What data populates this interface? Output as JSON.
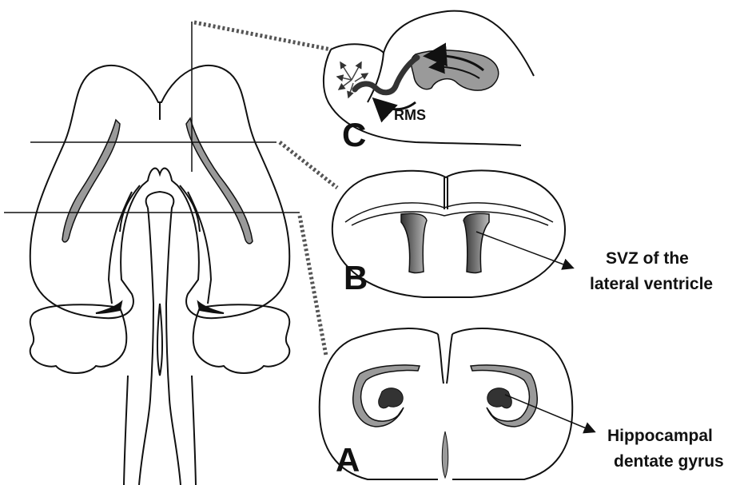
{
  "labels": {
    "section_c": "C",
    "section_b": "B",
    "section_a": "A",
    "rms": "RMS",
    "svz_line1": "SVZ of the",
    "svz_line2": "lateral ventricle",
    "hippo_line1": "Hippocampal",
    "hippo_line2": "dentate gyrus"
  },
  "colors": {
    "outline": "#111111",
    "shade": "#9a9a9a",
    "dark_shade": "#555555",
    "dotted": "#555555"
  }
}
